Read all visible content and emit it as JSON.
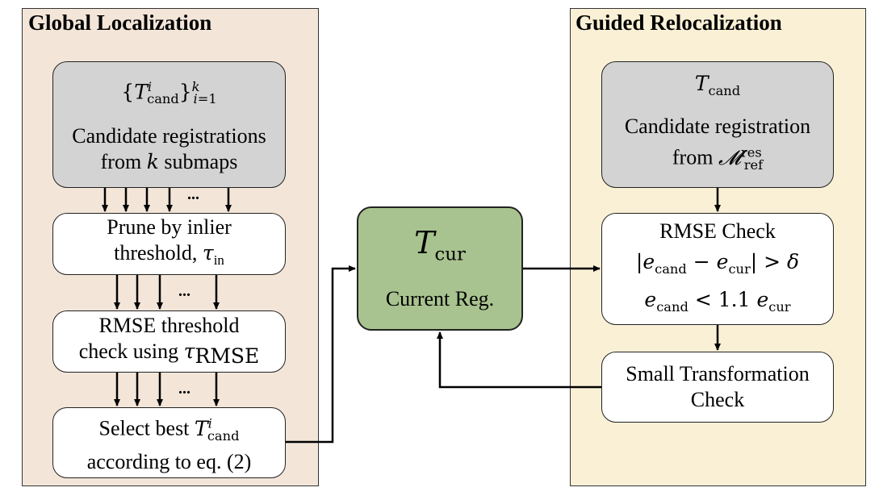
{
  "global": {
    "title": "Global Localization",
    "candidates": {
      "caption_line1": "Candidate registrations",
      "caption_line2_prefix": "from ",
      "caption_line2_var": "k",
      "caption_line2_suffix": " submaps"
    },
    "prune": {
      "line1": "Prune by inlier",
      "line2_prefix": "threshold, ",
      "tau": "τ",
      "tau_sub": "in"
    },
    "rmse": {
      "line1": "RMSE threshold",
      "line2_prefix": "check using ",
      "tau": "τ",
      "tau_sub": "RMSE"
    },
    "select": {
      "line1_prefix": "Select best ",
      "line2": "according to eq. (2)"
    },
    "ellipsis": "..."
  },
  "center": {
    "caption": "Current Reg."
  },
  "guided": {
    "title": "Guided Relocalization",
    "candidate": {
      "line1": "Candidate registration",
      "line2_prefix": "from "
    },
    "rmse_check": {
      "title": "RMSE Check",
      "delta": "δ",
      "factor": "1.1"
    },
    "small": {
      "line1": "Small Transformation",
      "line2": "Check"
    }
  },
  "colors": {
    "global_panel_bg": "#f3e6d9",
    "guided_panel_bg": "#f9f0d6",
    "gray_box": "#d3d3d3",
    "green_box": "#a8c38f"
  }
}
